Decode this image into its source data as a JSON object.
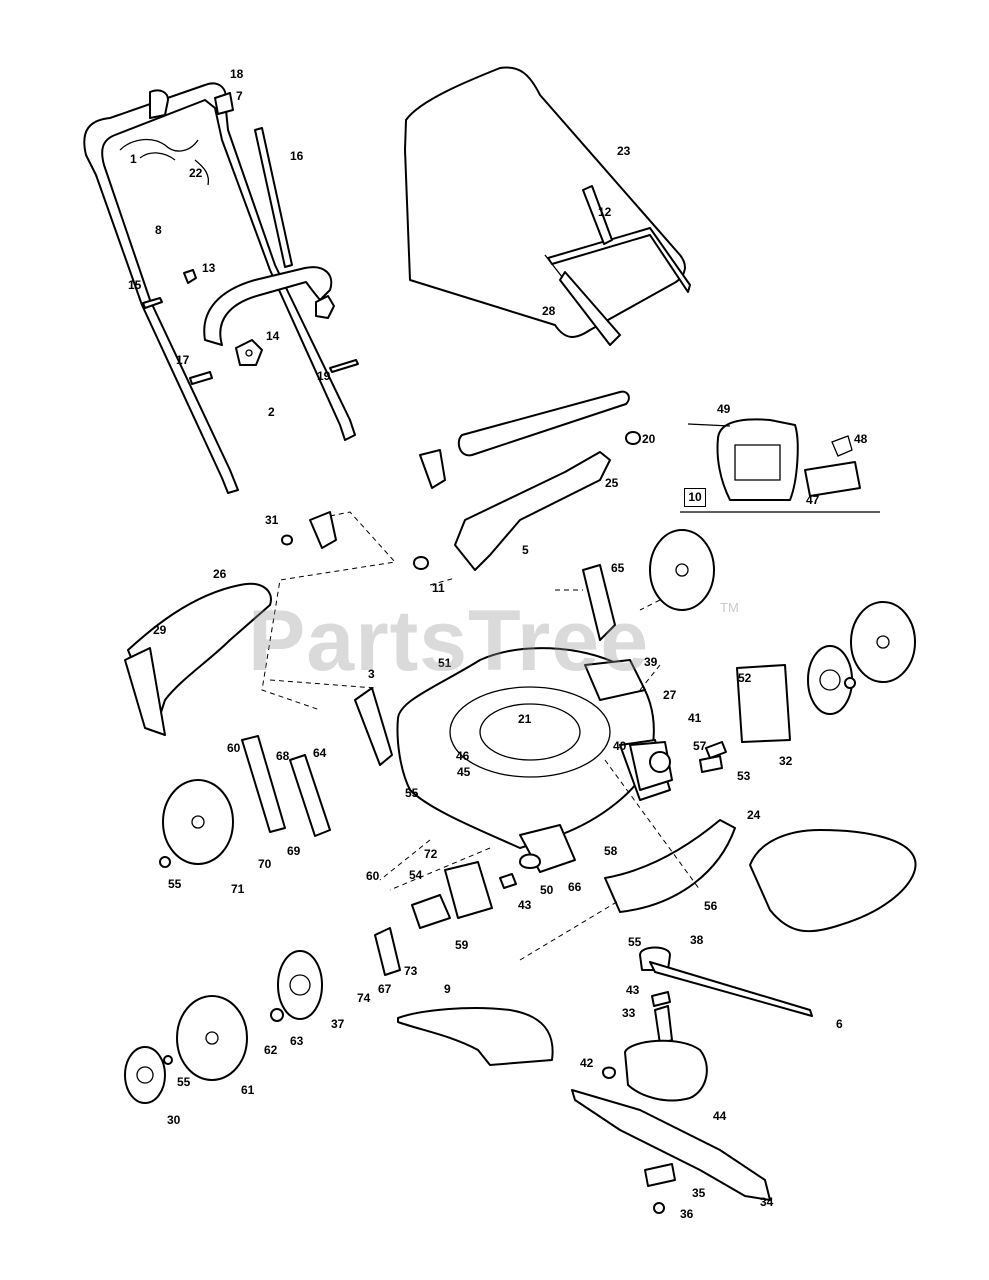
{
  "watermark": {
    "text": "PartsTree",
    "tm": "TM"
  },
  "callouts": [
    "1",
    "2",
    "3",
    "5",
    "6",
    "7",
    "8",
    "9",
    "10",
    "11",
    "12",
    "13",
    "14",
    "15",
    "16",
    "17",
    "18",
    "19",
    "20",
    "21",
    "22",
    "23",
    "24",
    "25",
    "26",
    "27",
    "28",
    "29",
    "30",
    "31",
    "32",
    "33",
    "34",
    "35",
    "36",
    "37",
    "38",
    "39",
    "40",
    "41",
    "42",
    "43",
    "44",
    "45",
    "46",
    "47",
    "48",
    "49",
    "50",
    "51",
    "52",
    "53",
    "54",
    "55",
    "56",
    "57",
    "58",
    "59",
    "60",
    "61",
    "62",
    "63",
    "64",
    "65",
    "66",
    "67",
    "68",
    "69",
    "70",
    "71",
    "72",
    "73",
    "74"
  ],
  "kit_label": "10"
}
